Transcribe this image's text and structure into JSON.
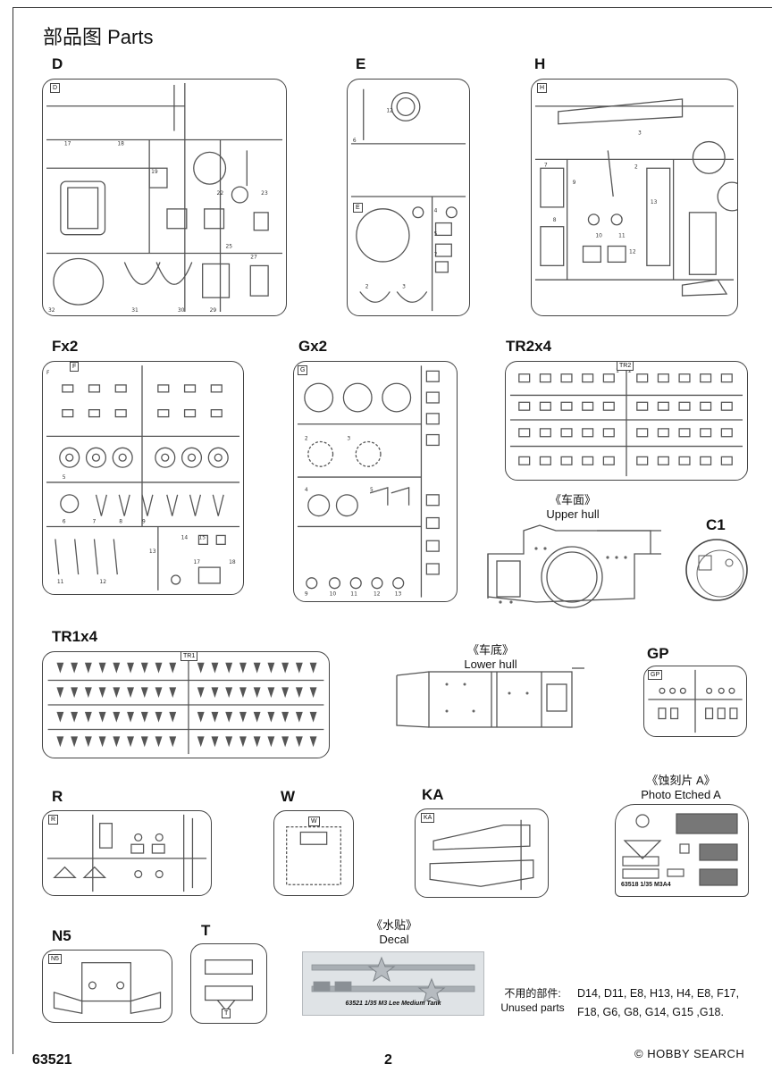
{
  "title": "部品图 Parts",
  "sprues": {
    "D": "D",
    "E": "E",
    "H": "H",
    "F": "Fx2",
    "G": "Gx2",
    "TR2": "TR2x4",
    "C1": "C1",
    "TR1": "TR1x4",
    "GP": "GP",
    "R": "R",
    "W": "W",
    "KA": "KA",
    "N5": "N5",
    "T": "T"
  },
  "sprue_tags": {
    "D": "D",
    "E": "E",
    "H": "H",
    "F": "F",
    "G": "G",
    "TR2": "TR2",
    "TR1": "TR1",
    "GP": "GP",
    "R": "R",
    "W": "W",
    "KA": "KA",
    "N5": "N5",
    "T": "T"
  },
  "upper_hull": {
    "cn": "《车面》",
    "en": "Upper hull"
  },
  "lower_hull": {
    "cn": "《车底》",
    "en": "Lower hull"
  },
  "photo_etched": {
    "cn": "《蚀刻片 A》",
    "en": "Photo Etched A",
    "code": "63518 1/35 M3A4"
  },
  "decal": {
    "cn": "《水贴》",
    "en": "Decal",
    "code": "63521 1/35 M3 Lee Medium Tank"
  },
  "unused": {
    "label_cn": "不用的部件:",
    "label_en": "Unused parts",
    "line1": "D14, D11, E8, H13, H4, E8, F17,",
    "line2": "F18, G6, G8, G14, G15 ,G18."
  },
  "footer": {
    "code": "63521",
    "page": "2",
    "brand": "© HOBBY SEARCH"
  }
}
